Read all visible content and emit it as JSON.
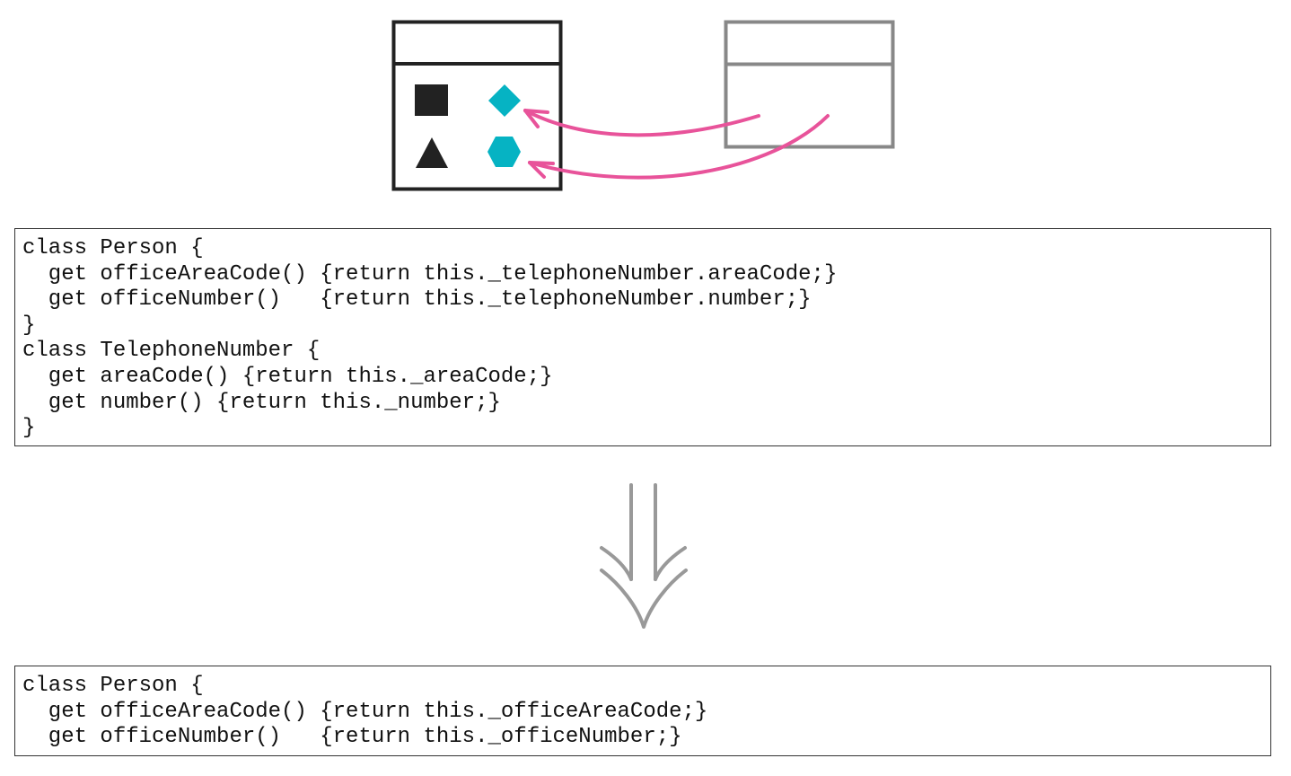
{
  "colors": {
    "class_box_source": "#222222",
    "class_box_target": "#888888",
    "shape_dark": "#222222",
    "shape_teal": "#06b3c3",
    "move_arrow": "#e8539a",
    "transition_arrow": "#999999"
  },
  "icons": {
    "shapes": [
      "square-icon",
      "diamond-icon",
      "triangle-icon",
      "hexagon-icon"
    ],
    "transition": "double-down-arrow-icon"
  },
  "code_before": {
    "lines": [
      "class Person {",
      "  get officeAreaCode() {return this._telephoneNumber.areaCode;}",
      "  get officeNumber()   {return this._telephoneNumber.number;}",
      "}",
      "class TelephoneNumber {",
      "  get areaCode() {return this._areaCode;}",
      "  get number() {return this._number;}",
      "}"
    ]
  },
  "code_after": {
    "lines": [
      "class Person {",
      "  get officeAreaCode() {return this._officeAreaCode;}",
      "  get officeNumber()   {return this._officeNumber;}"
    ]
  }
}
